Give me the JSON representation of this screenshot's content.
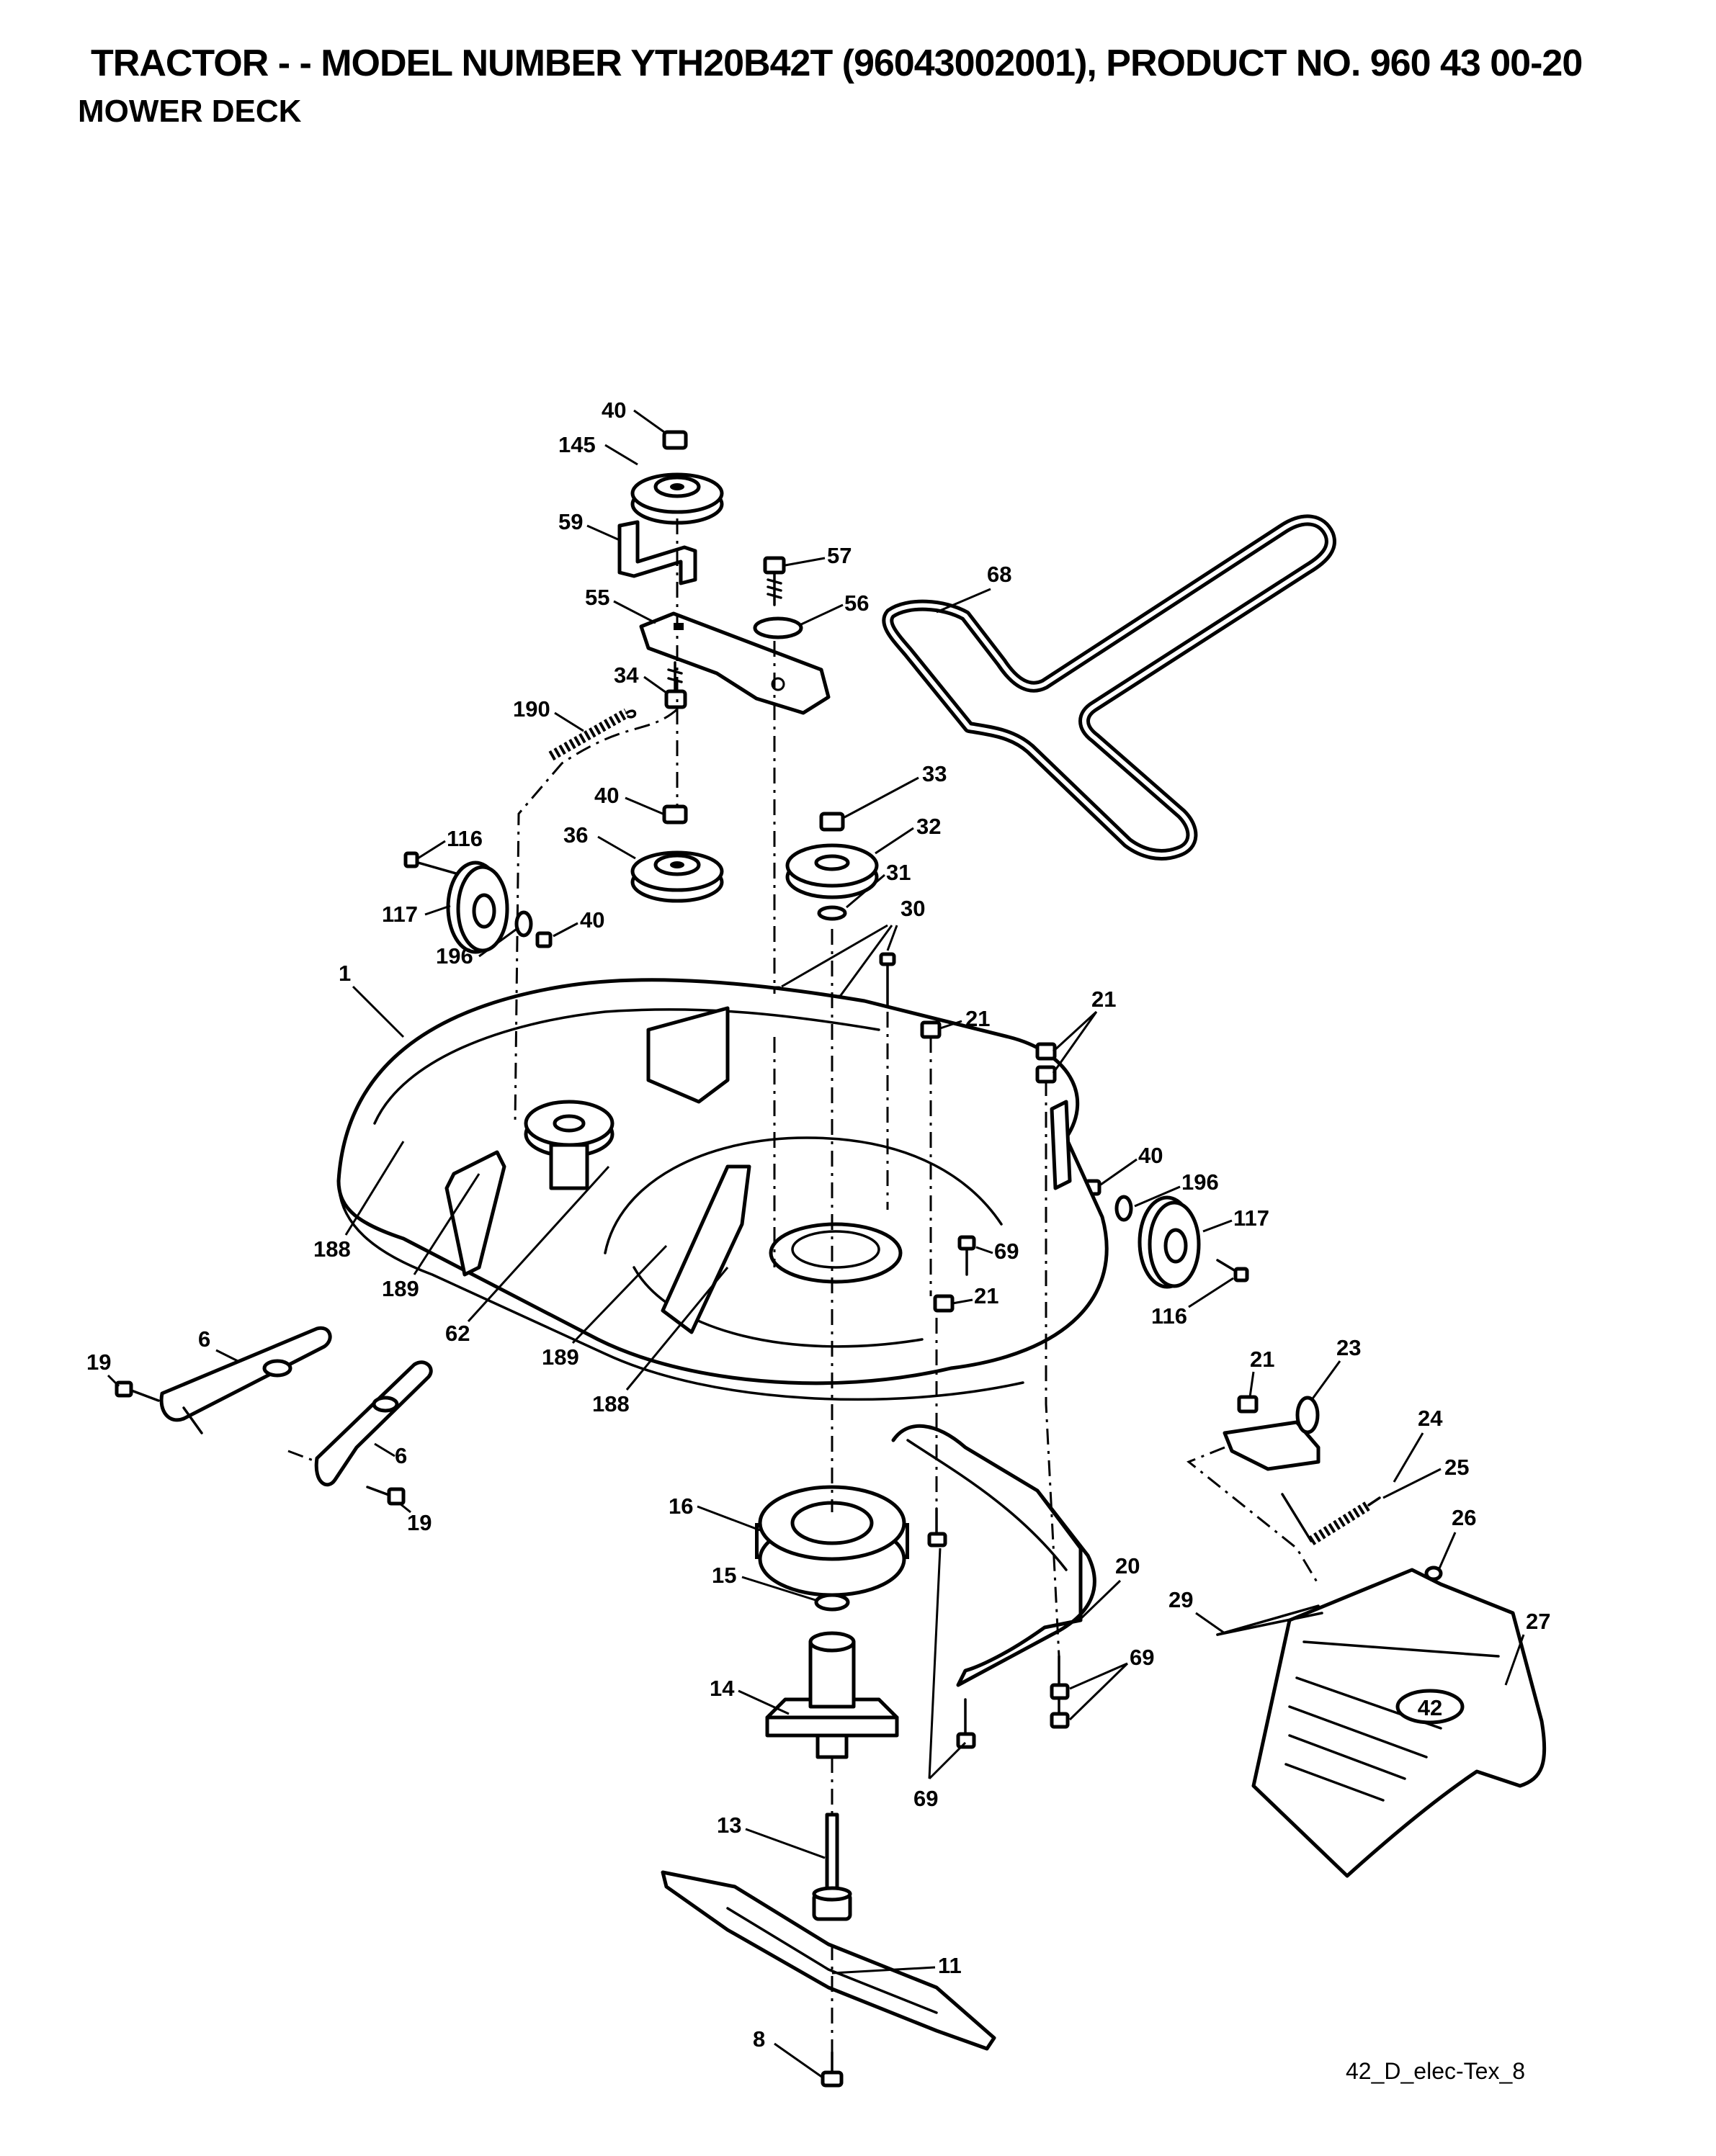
{
  "header": {
    "title": "TRACTOR - - MODEL NUMBER YTH20B42T (96043002001), PRODUCT NO. 960 43 00-20",
    "subtitle": "MOWER DECK"
  },
  "reference_code": "42_D_elec-Tex_8",
  "deck_badge": "42",
  "callouts": [
    "40",
    "145",
    "59",
    "57",
    "56",
    "55",
    "68",
    "34",
    "190",
    "40",
    "36",
    "33",
    "32",
    "31",
    "30",
    "116",
    "117",
    "40",
    "196",
    "1",
    "21",
    "21",
    "40",
    "196",
    "117",
    "69",
    "21",
    "116",
    "188",
    "189",
    "62",
    "189",
    "188",
    "6",
    "19",
    "6",
    "19",
    "21",
    "23",
    "24",
    "25",
    "26",
    "16",
    "15",
    "20",
    "29",
    "27",
    "14",
    "69",
    "69",
    "13",
    "11",
    "8"
  ]
}
